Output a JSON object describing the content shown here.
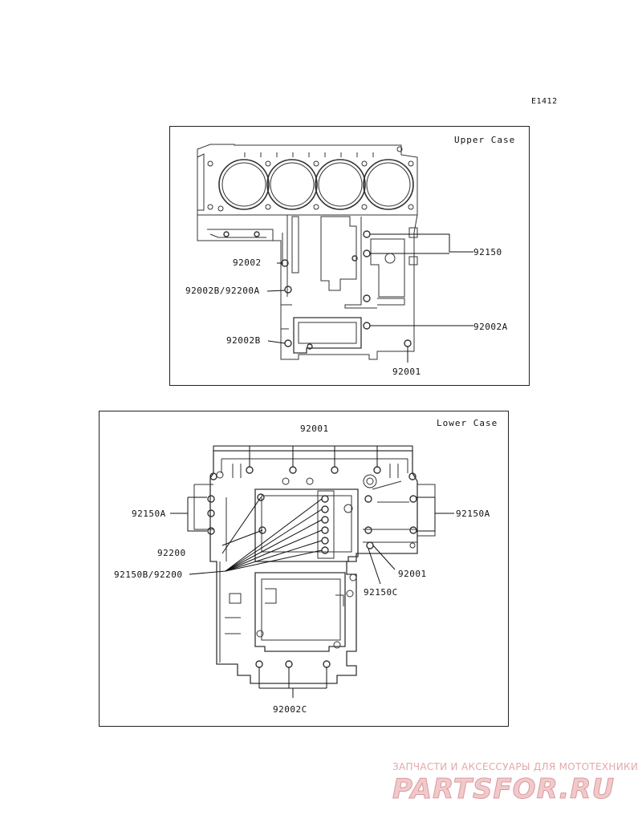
{
  "figure_code": "E1412",
  "upper_case": {
    "title": "Upper Case",
    "labels": {
      "l92150": "92150",
      "l92002": "92002",
      "l92002b_92200a": "92002B/92200A",
      "l92002a": "92002A",
      "l92002b": "92002B",
      "l92001": "92001"
    }
  },
  "lower_case": {
    "title": "Lower Case",
    "labels": {
      "l92001_top": "92001",
      "l92150a_left": "92150A",
      "l92150a_right": "92150A",
      "l92200": "92200",
      "l92150b_92200": "92150B/92200",
      "l92001_right": "92001",
      "l92150c": "92150C",
      "l92002c": "92002C"
    }
  },
  "watermark": {
    "tagline": "ЗАПЧАСТИ И АКСЕССУАРЫ ДЛЯ МОТОТЕХНИКИ",
    "brand": "PARTSFOR.RU"
  }
}
